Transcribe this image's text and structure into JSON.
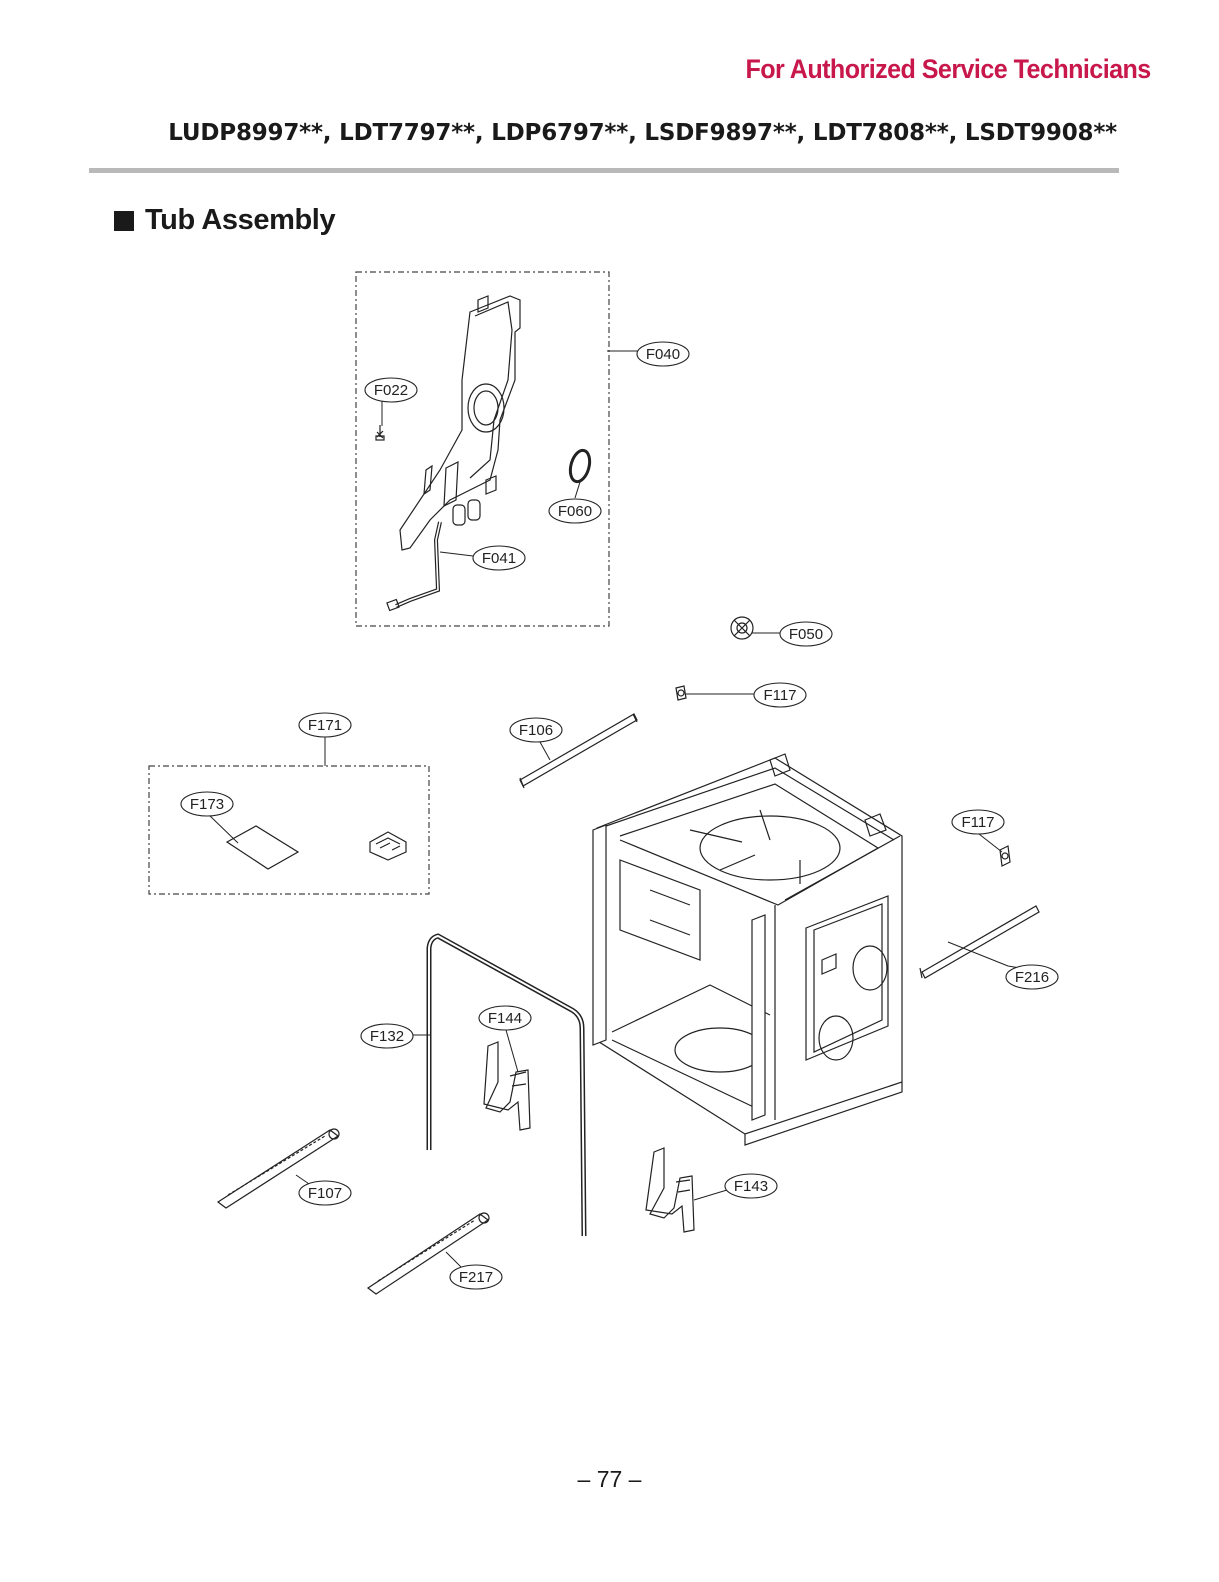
{
  "header": {
    "authorized": "For Authorized Service Technicians",
    "models": "LUDP8997**, LDT7797**, LDP6797**, LSDF9897**, LDT7808**, LSDT9908**"
  },
  "section": {
    "title": "Tub Assembly"
  },
  "callouts": [
    "F040",
    "F022",
    "F060",
    "F041",
    "F050",
    "F117",
    "F171",
    "F106",
    "F173",
    "F117",
    "F132",
    "F144",
    "F216",
    "F107",
    "F143",
    "F217"
  ],
  "footer": {
    "page_number": "– 77 –"
  }
}
